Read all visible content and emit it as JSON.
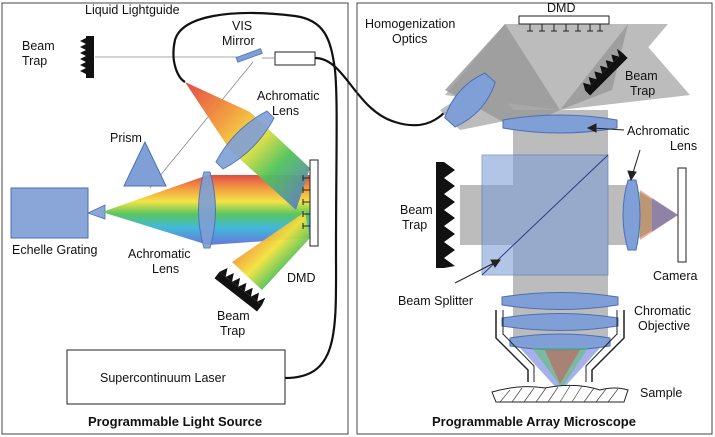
{
  "left_panel": {
    "title": "Programmable Light Source",
    "labels": {
      "liquid_lightguide": "Liquid Lightguide",
      "beam_trap_top_1": "Beam",
      "beam_trap_top_2": "Trap",
      "vis_mirror_1": "VIS",
      "vis_mirror_2": "Mirror",
      "achromatic_lens_top_1": "Achromatic",
      "achromatic_lens_top_2": "Lens",
      "prism": "Prism",
      "echelle_grating": "Echelle Grating",
      "achromatic_lens_bottom_1": "Achromatic",
      "achromatic_lens_bottom_2": "Lens",
      "dmd": "DMD",
      "beam_trap_bottom_1": "Beam",
      "beam_trap_bottom_2": "Trap",
      "supercontinuum_laser": "Supercontinuum Laser"
    }
  },
  "right_panel": {
    "title": "Programmable Array Microscope",
    "labels": {
      "homogenization_1": "Homogenization",
      "homogenization_2": "Optics",
      "dmd": "DMD",
      "beam_trap_top_1": "Beam",
      "beam_trap_top_2": "Trap",
      "achromatic_lens_1": "Achromatic",
      "achromatic_lens_2": "Lens",
      "beam_trap_left_1": "Beam",
      "beam_trap_left_2": "Trap",
      "camera": "Camera",
      "beam_splitter": "Beam Splitter",
      "chromatic_objective_1": "Chromatic",
      "chromatic_objective_2": "Objective",
      "sample": "Sample"
    }
  },
  "colors": {
    "optic_blue": "#7f9fd6",
    "optic_edge": "#4a6fb5",
    "beam_gray": "#b5b5b5",
    "trap_black": "#111111",
    "panel_border": "#444444"
  }
}
